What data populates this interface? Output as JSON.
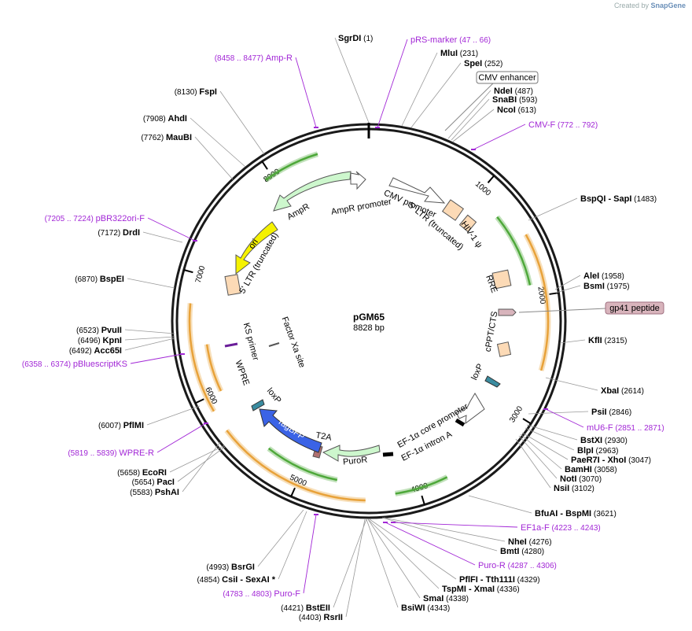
{
  "branding": {
    "prefix": "Created by",
    "product": "SnapGene"
  },
  "plasmid": {
    "name": "pGM65",
    "size_label": "8828 bp",
    "length": 8828
  },
  "ticks": [
    "1000",
    "2000",
    "3000",
    "4000",
    "5000",
    "6000",
    "7000",
    "8000"
  ],
  "sites": [
    {
      "name": "SgrDI",
      "pos": "(1)"
    },
    {
      "name": "MluI",
      "pos": "(231)"
    },
    {
      "name": "SpeI",
      "pos": "(252)"
    },
    {
      "name": "NdeI",
      "pos": "(487)"
    },
    {
      "name": "SnaBI",
      "pos": "(593)"
    },
    {
      "name": "NcoI",
      "pos": "(613)"
    },
    {
      "name": "BspQI - SapI",
      "pos": "(1483)"
    },
    {
      "name": "AleI",
      "pos": "(1958)"
    },
    {
      "name": "BsmI",
      "pos": "(1975)"
    },
    {
      "name": "KflI",
      "pos": "(2315)"
    },
    {
      "name": "XbaI",
      "pos": "(2614)"
    },
    {
      "name": "PsiI",
      "pos": "(2846)"
    },
    {
      "name": "BstXI",
      "pos": "(2930)"
    },
    {
      "name": "BlpI",
      "pos": "(2963)"
    },
    {
      "name": "PaeR7I - XhoI",
      "pos": "(3047)"
    },
    {
      "name": "BamHI",
      "pos": "(3058)"
    },
    {
      "name": "NotI",
      "pos": "(3070)"
    },
    {
      "name": "NsiI",
      "pos": "(3102)"
    },
    {
      "name": "BfuAI - BspMI",
      "pos": "(3621)"
    },
    {
      "name": "NheI",
      "pos": "(4276)"
    },
    {
      "name": "BmtI",
      "pos": "(4280)"
    },
    {
      "name": "PflFI - Tth111I",
      "pos": "(4329)"
    },
    {
      "name": "TspMI - XmaI",
      "pos": "(4336)"
    },
    {
      "name": "SmaI",
      "pos": "(4338)"
    },
    {
      "name": "BsiWI",
      "pos": "(4343)"
    },
    {
      "name": "BstEII",
      "pos": "(4421)"
    },
    {
      "name": "RsrII",
      "pos": "(4403)"
    },
    {
      "name": "BsrGI",
      "pos": "(4993)"
    },
    {
      "name": "CsiI - SexAI *",
      "pos": "(4854)"
    },
    {
      "name": "EcoRI",
      "pos": "(5658)"
    },
    {
      "name": "PacI",
      "pos": "(5654)"
    },
    {
      "name": "PshAI",
      "pos": "(5583)"
    },
    {
      "name": "PflMI",
      "pos": "(6007)"
    },
    {
      "name": "PvuII",
      "pos": "(6523)"
    },
    {
      "name": "KpnI",
      "pos": "(6496)"
    },
    {
      "name": "Acc65I",
      "pos": "(6492)"
    },
    {
      "name": "BspEI",
      "pos": "(6870)"
    },
    {
      "name": "DrdI",
      "pos": "(7172)"
    },
    {
      "name": "MauBI",
      "pos": "(7762)"
    },
    {
      "name": "AhdI",
      "pos": "(7908)"
    },
    {
      "name": "FspI",
      "pos": "(8130)"
    }
  ],
  "primers": [
    {
      "name": "pRS-marker",
      "range": "(47 .. 66)"
    },
    {
      "name": "CMV-F",
      "range": "(772 .. 792)"
    },
    {
      "name": "mU6-F",
      "range": "(2851 .. 2871)"
    },
    {
      "name": "EF1a-F",
      "range": "(4223 .. 4243)"
    },
    {
      "name": "Puro-R",
      "range": "(4287 .. 4306)"
    },
    {
      "name": "Puro-F",
      "range": "(4783 .. 4803)"
    },
    {
      "name": "WPRE-R",
      "range": "(5819 .. 5839)"
    },
    {
      "name": "pBluescriptKS",
      "range": "(6358 .. 6374)"
    },
    {
      "name": "pBR322ori-F",
      "range": "(7205 .. 7224)"
    },
    {
      "name": "Amp-R",
      "range": "(8458 .. 8477)"
    }
  ],
  "boxed_features": [
    {
      "name": "CMV enhancer",
      "color": "#ffffff"
    },
    {
      "name": "gp41 peptide",
      "color": "#d8b4bc"
    }
  ],
  "features": [
    {
      "name": "CMV promoter"
    },
    {
      "name": "5' LTR (truncated)"
    },
    {
      "name": "HIV-1 ψ"
    },
    {
      "name": "RRE"
    },
    {
      "name": "cPPT/CTS"
    },
    {
      "name": "loxP"
    },
    {
      "name": "EF-1α core promoter"
    },
    {
      "name": "EF-1α intron A"
    },
    {
      "name": "PuroR"
    },
    {
      "name": "T2A"
    },
    {
      "name": "TagBFP"
    },
    {
      "name": "loxP"
    },
    {
      "name": "WPRE"
    },
    {
      "name": "KS primer"
    },
    {
      "name": "Factor Xa site"
    },
    {
      "name": "5' LTR (truncated)"
    },
    {
      "name": "ori"
    },
    {
      "name": "AmpR"
    },
    {
      "name": "AmpR promoter"
    }
  ],
  "colors": {
    "backbone": "#1a1a1a",
    "promoter": "#ffffff",
    "ltr": "#fcdab6",
    "ori": "#f5f200",
    "ampr": "#cdf7cd",
    "tagbfp": "#3b63e6",
    "puror": "#cdf7cd",
    "orf_green": "#4ea83a",
    "orf_orange": "#e8a23a",
    "primer": "#a227d6",
    "loxp": "#3a8ca0",
    "t2a": "#b07070",
    "gp41": "#d8b4bc"
  }
}
